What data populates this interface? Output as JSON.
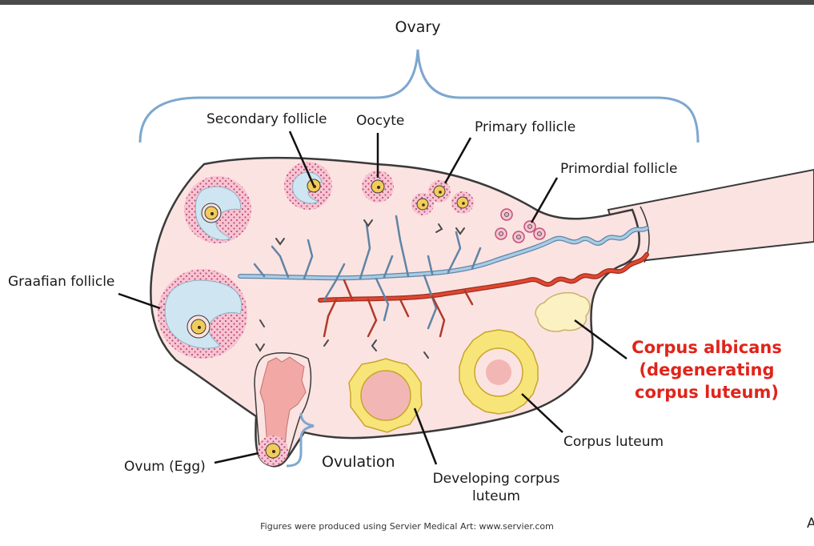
{
  "labels": {
    "ovary": "Ovary",
    "secondary_follicle": "Secondary follicle",
    "oocyte": "Oocyte",
    "primary_follicle": "Primary follicle",
    "primordial_follicle": "Primordial follicle",
    "graafian_follicle": "Graafian follicle",
    "corpus_albicans": [
      "Corpus albicans",
      "(degenerating",
      "corpus luteum)"
    ],
    "corpus_luteum": "Corpus luteum",
    "developing_corpus_luteum": [
      "Developing corpus",
      "luteum"
    ],
    "ovulation": "Ovulation",
    "ovum": "Ovum (Egg)"
  },
  "credit": "Figures were produced using Servier Medical Art: www.servier.com",
  "edge_char": "A",
  "colors": {
    "ovary_fill": "#fbe3e1",
    "ovary_outline": "#3a3a3a",
    "bracket": "#7da7cf",
    "antrum": "#cfe6f2",
    "granulosa": "#f7c4d2",
    "granulosa_dots": "#c2507a",
    "oocyte": "#f2cc5a",
    "artery": "#e1462e",
    "vein": "#8fb8d8",
    "luteum_yellow": "#f8e57a",
    "albicans": "#fbf1c2",
    "highlight_text": "#e0241b"
  }
}
